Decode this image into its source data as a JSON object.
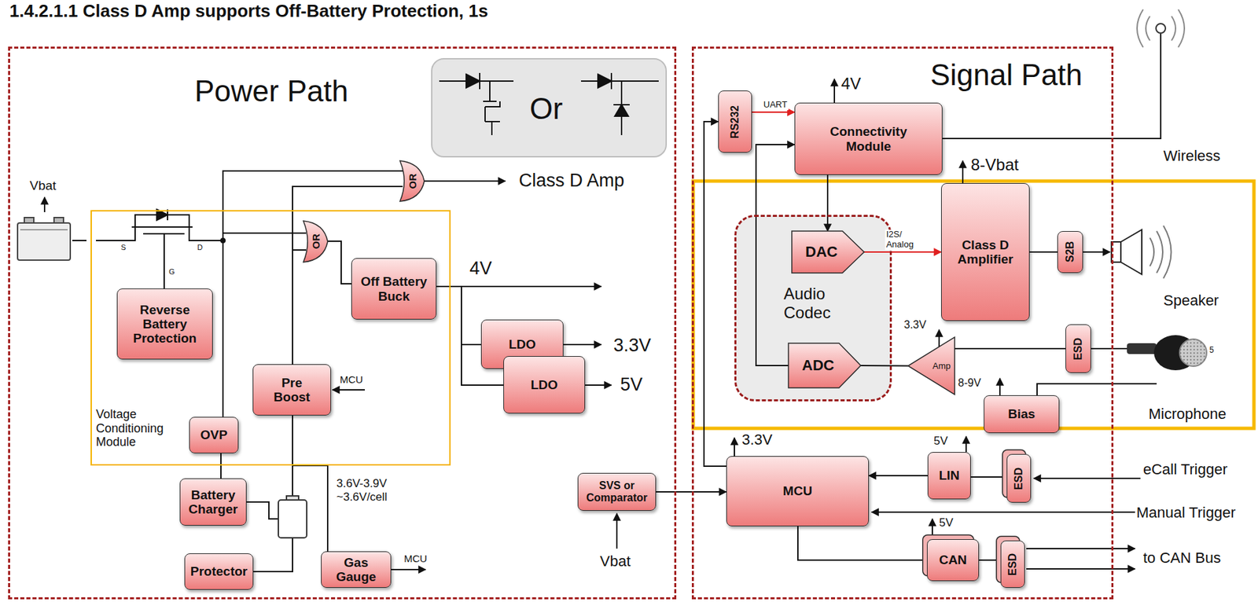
{
  "diagram": {
    "title": "1.4.2.1.1 Class D Amp supports Off-Battery Protection, 1s",
    "nodes": [
      {
        "text": [
          "Power Path"
        ]
      },
      {
        "text": [
          "Voltage Conditioning Module"
        ],
        "in": 0
      },
      {
        "text": [
          "Reverse Battery Protection"
        ],
        "in": 1
      },
      {
        "text": [
          "OR"
        ],
        "in": 0
      },
      {
        "text": [
          "OR"
        ],
        "in": 1
      },
      {
        "text": [
          "Off Battery Buck"
        ],
        "in": 1
      },
      {
        "text": [
          "Pre Boost"
        ],
        "in": 1
      },
      {
        "text": [
          "OVP"
        ],
        "in": 1
      },
      {
        "text": [
          "Battery Charger"
        ],
        "in": 0
      },
      {
        "text": [
          "Protector"
        ],
        "in": 0
      },
      {
        "text": [
          "Gas Gauge"
        ],
        "in": 0
      },
      {
        "text": [
          "LDO"
        ],
        "in": 0
      },
      {
        "text": [
          "LDO"
        ],
        "in": 0
      },
      {
        "text": [
          "SVS or Comparator"
        ],
        "in": 0
      },
      {
        "text": [
          "Signal Path"
        ]
      },
      {
        "text": [
          "RS232"
        ],
        "in": 14
      },
      {
        "text": [
          "Connectivity Module"
        ],
        "in": 14
      },
      {
        "text": [
          "Audio Codec"
        ],
        "in": 14
      },
      {
        "text": [
          "DAC"
        ],
        "in": 17
      },
      {
        "text": [
          "ADC"
        ],
        "in": 17
      },
      {
        "text": [
          "Class D Amplifier"
        ],
        "in": 14
      },
      {
        "text": [
          "S2B"
        ],
        "in": 14
      },
      {
        "text": [
          "Amp"
        ],
        "in": 14
      },
      {
        "text": [
          "ESD"
        ],
        "in": 14
      },
      {
        "text": [
          "Bias"
        ],
        "in": 14
      },
      {
        "text": [
          "MCU"
        ],
        "in": 14
      },
      {
        "text": [
          "LIN"
        ],
        "in": 14
      },
      {
        "text": [
          "ESD"
        ],
        "in": 14
      },
      {
        "text": [
          "CAN"
        ],
        "in": 14
      },
      {
        "text": [
          "ESD"
        ],
        "in": 14
      }
    ],
    "edges": [
      {
        "from": 7,
        "to": 3,
        "arrow": "none"
      },
      {
        "from": 6,
        "to": 3,
        "arrow": "none"
      },
      {
        "from": 7,
        "to": 4,
        "arrow": "none"
      },
      {
        "from": 6,
        "to": 4,
        "arrow": "none"
      },
      {
        "from": 4,
        "to": 5,
        "arrow": "none"
      },
      {
        "from": 5,
        "to": 11,
        "arrow": "none"
      },
      {
        "from": 5,
        "to": 12,
        "arrow": "none"
      },
      {
        "from": 7,
        "to": 8,
        "arrow": "none"
      },
      {
        "from": 13,
        "to": 25,
        "arrow": "to"
      },
      {
        "from": 15,
        "to": 16,
        "label": "UART",
        "arrow": "to"
      },
      {
        "from": 25,
        "to": 15,
        "arrow": "to"
      },
      {
        "from": 19,
        "to": 16,
        "arrow": "to"
      },
      {
        "from": 16,
        "to": 18,
        "arrow": "to"
      },
      {
        "from": 18,
        "to": 20,
        "label": "I2S/ Analog",
        "arrow": "to"
      },
      {
        "from": 20,
        "to": 21,
        "arrow": "none"
      },
      {
        "from": 22,
        "to": 19,
        "arrow": "none"
      },
      {
        "from": 23,
        "to": 22,
        "arrow": "none"
      },
      {
        "from": 26,
        "to": 25,
        "arrow": "to"
      },
      {
        "from": 27,
        "to": 26,
        "arrow": "none"
      },
      {
        "from": 25,
        "to": 28,
        "arrow": "none"
      },
      {
        "from": 28,
        "to": 29,
        "arrow": "none"
      }
    ],
    "labels": [
      "Or",
      "Vbat",
      "S",
      "D",
      "G",
      "Class D Amp",
      "4V",
      "3.3V",
      "5V",
      "MCU",
      "3.6V-3.9V ~3.6V/cell",
      "MCU",
      "Vbat",
      "4V",
      "8-Vbat",
      "Wireless",
      "Speaker",
      "3.3V",
      "8-9V",
      "5",
      "Microphone",
      "3.3V",
      "5V",
      "eCall Trigger",
      "Manual Trigger",
      "5V",
      "to CAN Bus"
    ]
  }
}
